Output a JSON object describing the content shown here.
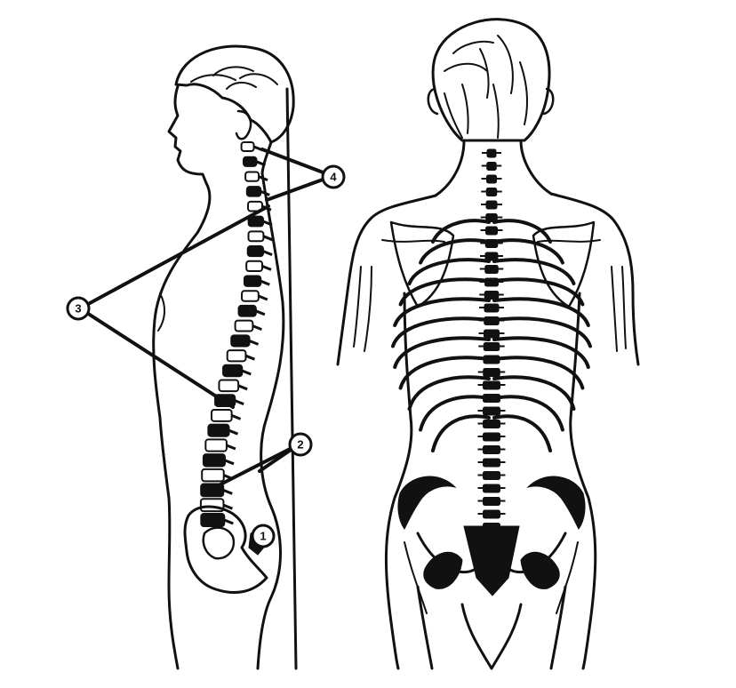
{
  "diagram": {
    "labels": {
      "label_1": "1",
      "label_2": "2",
      "label_3": "3",
      "label_4": "4"
    },
    "colors": {
      "ink": "#111111",
      "background": "#ffffff"
    }
  }
}
